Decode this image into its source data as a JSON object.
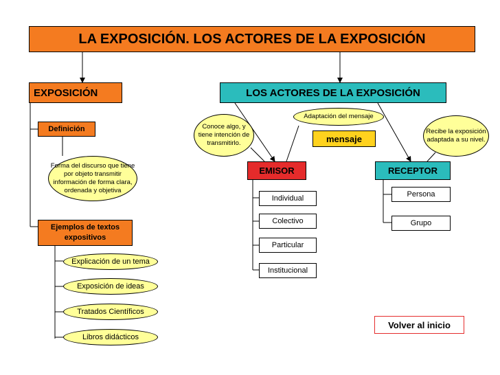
{
  "title": "LA EXPOSICIÓN. LOS ACTORES DE LA EXPOSICIÓN",
  "exposicion": {
    "header": "EXPOSICIÓN",
    "definicion_label": "Definición",
    "definicion_text": "Forma del discurso que tiene por objeto transmitir información de forma clara, ordenada y objetiva",
    "ejemplos_label": "Ejemplos de textos expositivos",
    "ejemplos": [
      "Explicación de un tema",
      "Exposición de ideas",
      "Tratados Científicos",
      "Libros didácticos"
    ]
  },
  "actores": {
    "header": "LOS ACTORES DE LA EXPOSICIÓN",
    "emisor_note": "Conoce algo, y tiene intención de transmitirlo.",
    "adaptacion_note": "Adaptación del mensaje",
    "mensaje": "mensaje",
    "receptor_note": "Recibe la exposición adaptada a su nivel.",
    "emisor": "EMISOR",
    "receptor": "RECEPTOR",
    "emisor_tipos": [
      "Individual",
      "Colectivo",
      "Particular",
      "Institucional"
    ],
    "receptor_tipos": [
      "Persona",
      "Grupo"
    ]
  },
  "volver": "Volver al inicio",
  "colors": {
    "orange": "#f47b20",
    "teal": "#2bbcbc",
    "red": "#e52b2b",
    "yellow": "#ffd21e",
    "note": "#ffff99"
  }
}
